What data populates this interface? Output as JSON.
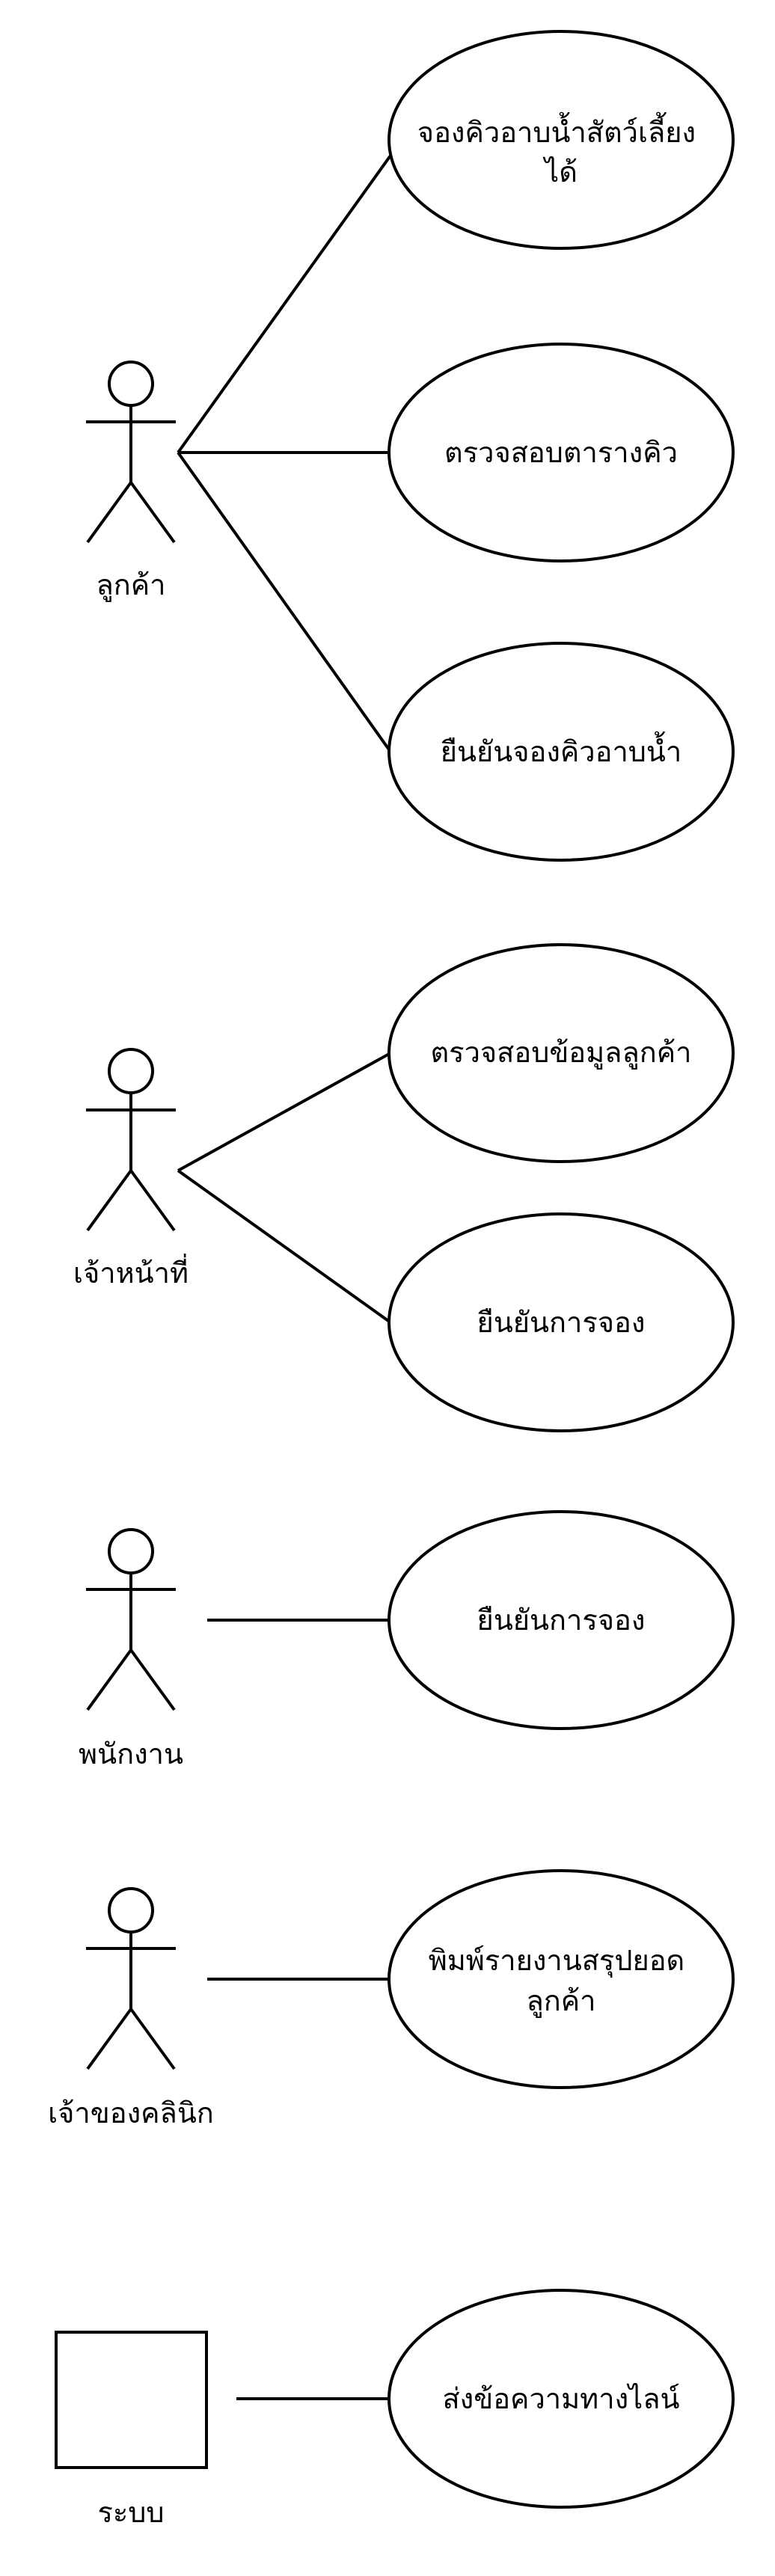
{
  "actors": [
    {
      "id": "customer",
      "label": "ลูกค้า",
      "shape": "stick-figure"
    },
    {
      "id": "staff",
      "label": "เจ้าหน้าที่",
      "shape": "stick-figure"
    },
    {
      "id": "employee",
      "label": "พนักงาน",
      "shape": "stick-figure"
    },
    {
      "id": "owner",
      "label": "เจ้าของคลินิก",
      "shape": "stick-figure"
    },
    {
      "id": "system",
      "label": "ระบบ",
      "shape": "box"
    }
  ],
  "use_cases": [
    {
      "id": "book-bath",
      "lines": [
        "จองคิวอาบน้ำสัตว์เลี้ยง",
        "ได้"
      ]
    },
    {
      "id": "check-schedule",
      "lines": [
        "ตรวจสอบตารางคิว"
      ]
    },
    {
      "id": "confirm-bath",
      "lines": [
        "ยืนยันจองคิวอาบน้ำ"
      ]
    },
    {
      "id": "check-customer",
      "lines": [
        "ตรวจสอบข้อมูลลูกค้า"
      ]
    },
    {
      "id": "confirm-booking-staff",
      "lines": [
        "ยืนยันการจอง"
      ]
    },
    {
      "id": "confirm-booking-employee",
      "lines": [
        "ยืนยันการจอง"
      ]
    },
    {
      "id": "print-report",
      "lines": [
        "พิมพ์รายงานสรุปยอด",
        "ลูกค้า"
      ]
    },
    {
      "id": "send-line",
      "lines": [
        "ส่งข้อความทางไลน์"
      ]
    }
  ],
  "associations": [
    {
      "from": "customer",
      "to": "book-bath"
    },
    {
      "from": "customer",
      "to": "check-schedule"
    },
    {
      "from": "customer",
      "to": "confirm-bath"
    },
    {
      "from": "staff",
      "to": "check-customer"
    },
    {
      "from": "staff",
      "to": "confirm-booking-staff"
    },
    {
      "from": "employee",
      "to": "confirm-booking-employee"
    },
    {
      "from": "owner",
      "to": "print-report"
    },
    {
      "from": "system",
      "to": "send-line"
    }
  ]
}
